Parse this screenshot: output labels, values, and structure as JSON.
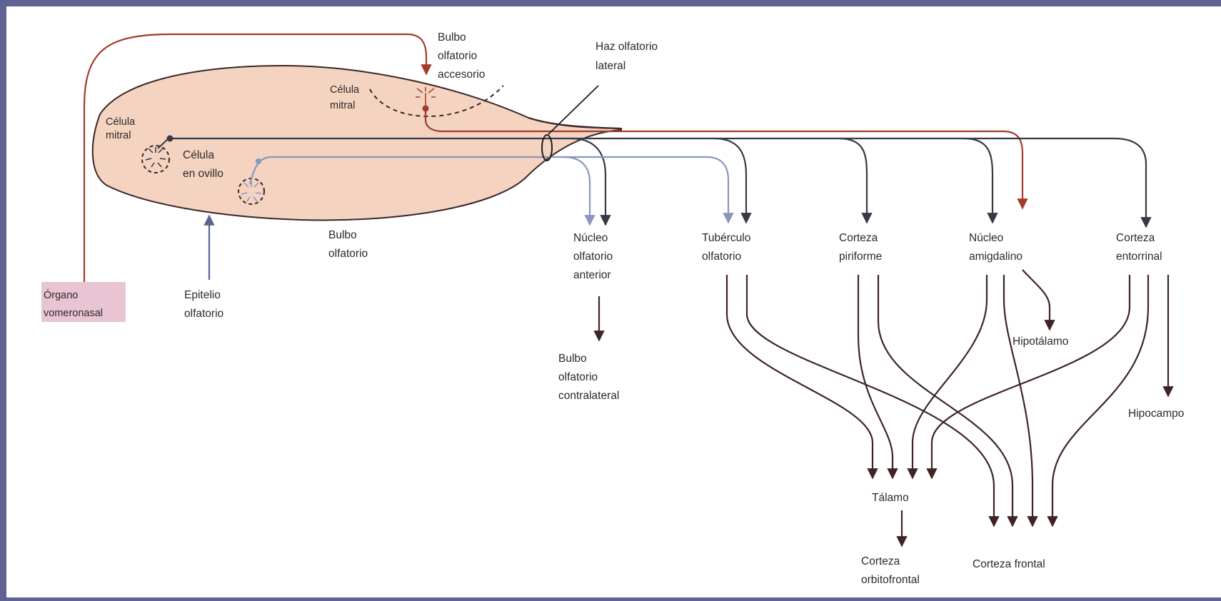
{
  "labels": {
    "celula_mitral_1": [
      "Célula",
      "mitral"
    ],
    "celula_mitral_2": [
      "Célula",
      "mitral"
    ],
    "celula_ovillo": [
      "Célula",
      "en ovillo"
    ],
    "bulbo_accesorio": [
      "Bulbo",
      "olfatorio",
      "accesorio"
    ],
    "haz_lateral": [
      "Haz olfatorio",
      "lateral"
    ],
    "bulbo_olfatorio": [
      "Bulbo",
      "olfatorio"
    ],
    "epitelio": [
      "Epitelio",
      "olfatorio"
    ],
    "organo": [
      "Órgano",
      "vomeronasal"
    ],
    "nucleo_anterior": [
      "Núcleo",
      "olfatorio",
      "anterior"
    ],
    "bulbo_contralateral": [
      "Bulbo",
      "olfatorio",
      "contralateral"
    ],
    "tuberculo": [
      "Tubérculo",
      "olfatorio"
    ],
    "piriforme": [
      "Corteza",
      "piriforme"
    ],
    "amigdalino": [
      "Núcleo",
      "amigdalino"
    ],
    "entorrinal": [
      "Corteza",
      "entorrinal"
    ],
    "hipotalamo": [
      "Hipotálamo"
    ],
    "hipocampo": [
      "Hipocampo"
    ],
    "talamo": [
      "Tálamo"
    ],
    "orbitofrontal": [
      "Corteza",
      "orbitofrontal"
    ],
    "frontal": [
      "Corteza frontal"
    ]
  },
  "colors": {
    "frame": "#5e6393",
    "bulb_fill": "#f4d3c1",
    "bulb_stroke": "#3a2626",
    "mitral_pathway": "#353945",
    "tufted_pathway": "#8a96bd",
    "accessory_pathway": "#a23b2a",
    "downstream_pathway": "#3e2424",
    "organo_highlight": "#e9c4d3"
  }
}
